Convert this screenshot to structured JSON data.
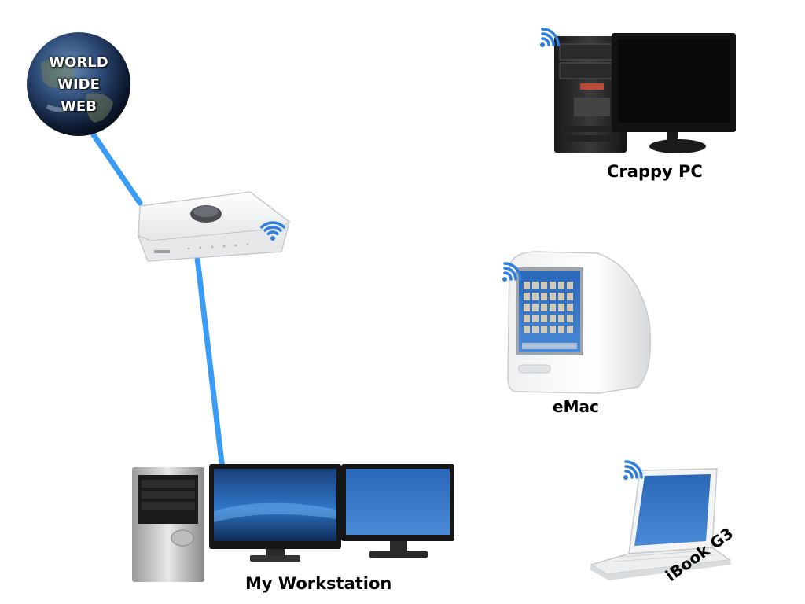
{
  "internet": {
    "lines": [
      "WORLD",
      "WIDE",
      "WEB"
    ]
  },
  "devices": {
    "crappy_pc": {
      "label": "Crappy PC"
    },
    "emac": {
      "label": "eMac"
    },
    "workstation": {
      "label": "My Workstation"
    },
    "ibook": {
      "label": "iBook G3"
    }
  },
  "colors": {
    "cable": "#3b9cf5",
    "wifi": "#2f7fe0",
    "screen_blue": "#1d5fb0"
  }
}
